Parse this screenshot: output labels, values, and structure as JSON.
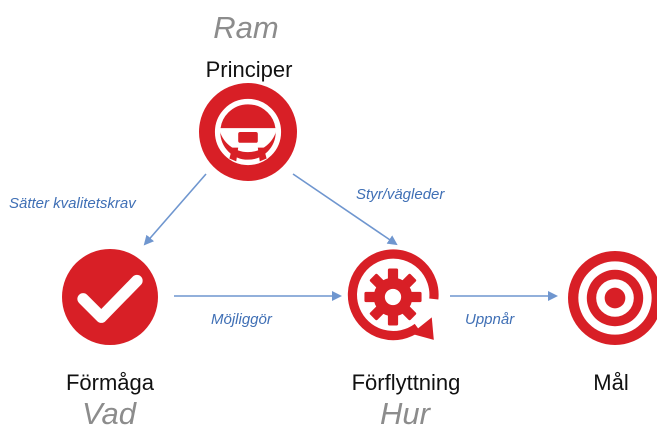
{
  "colors": {
    "accent_red": "#d81f26",
    "arrow_blue": "#6f96cf",
    "edge_label_blue": "#3f6fb5",
    "category_gray": "#8c8c8c",
    "node_label_black": "#111111"
  },
  "categories": {
    "ram": "Ram",
    "vad": "Vad",
    "hur": "Hur"
  },
  "nodes": {
    "principer": {
      "label": "Principer",
      "icon": "steering-wheel-icon"
    },
    "formaga": {
      "label": "Förmåga",
      "icon": "checkmark-icon"
    },
    "forflyttning": {
      "label": "Förflyttning",
      "icon": "gear-cycle-icon"
    },
    "mal": {
      "label": "Mål",
      "icon": "target-icon"
    }
  },
  "edges": {
    "satter_kvalitetskrav": "Sätter kvalitetskrav",
    "styr_vagleder": "Styr/vägleder",
    "mojliggor": "Möjliggör",
    "uppnar": "Uppnår"
  }
}
